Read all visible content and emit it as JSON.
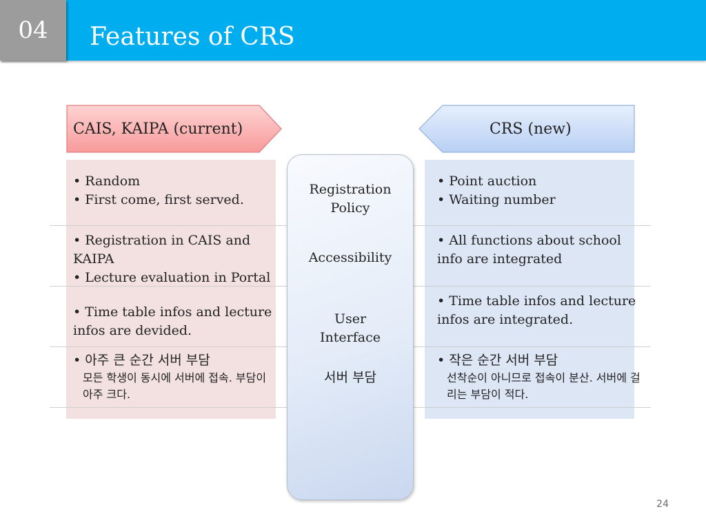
{
  "header": {
    "section_number": "04",
    "title": "Features of CRS"
  },
  "banners": {
    "left": "CAIS, KAIPA (current)",
    "right": "CRS (new)"
  },
  "criteria": [
    {
      "label": "Registration\nPolicy"
    },
    {
      "label": "Accessibility"
    },
    {
      "label": "User\nInterface"
    },
    {
      "label": "서버 부담"
    }
  ],
  "left_cells": [
    {
      "lines": [
        "• Random",
        "• First come, first served."
      ]
    },
    {
      "lines": [
        "• Registration in CAIS and KAIPA",
        "• Lecture evaluation in Portal"
      ]
    },
    {
      "lines": [
        "• Time table infos and lecture infos are devided."
      ]
    },
    {
      "lines": [
        "• 아주 큰 순간 서버 부담"
      ],
      "sub": "모든 학생이 동시에 서버에 접속. 부담이 아주 크다."
    }
  ],
  "right_cells": [
    {
      "lines": [
        "• Point auction",
        "• Waiting number"
      ]
    },
    {
      "lines": [
        "• All functions about school info are integrated"
      ]
    },
    {
      "lines": [
        "• Time table infos and lecture infos are integrated."
      ]
    },
    {
      "lines": [
        "• 작은 순간 서버 부담"
      ],
      "sub": "선착순이 아니므로 접속이 분산. 서버에 걸리는 부담이 적다."
    }
  ],
  "colors": {
    "header": "#00AEEF",
    "section_box": "#9C9C9C",
    "left_banner": "#F9A9A9",
    "right_banner": "#C9DBF7",
    "left_column": "#F3E0E0",
    "right_column": "#DDE6F5"
  },
  "page_number": "24"
}
